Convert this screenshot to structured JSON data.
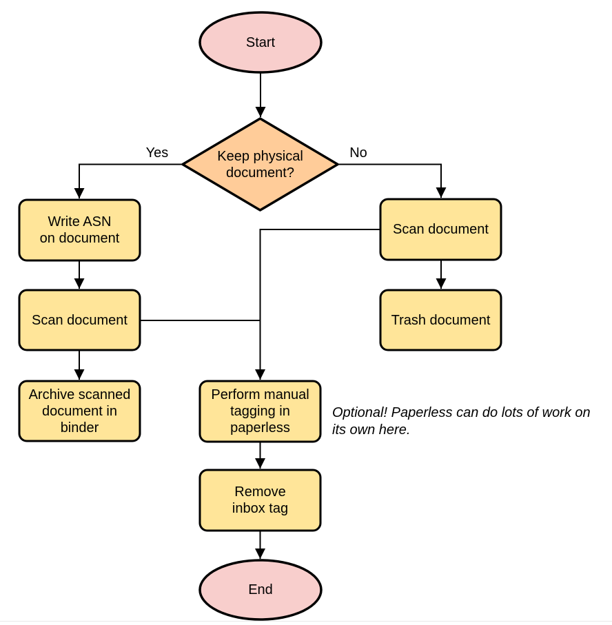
{
  "diagram": {
    "colors": {
      "terminal": "#F8CECC",
      "decision": "#FFCC99",
      "process": "#FFE599",
      "stroke": "#000000"
    },
    "nodes": {
      "start": "Start",
      "decision": "Keep physical\ndocument?",
      "write_asn": "Write ASN\non document",
      "scan_left": "Scan document",
      "archive": "Archive scanned\ndocument in\nbinder",
      "scan_right": "Scan document",
      "trash": "Trash document",
      "tagging": "Perform manual\ntagging in\npaperless",
      "remove_inbox": "Remove\ninbox tag",
      "end": "End"
    },
    "edge_labels": {
      "yes": "Yes",
      "no": "No"
    },
    "note": "Optional! Paperless can do lots of work on\nits own here."
  }
}
